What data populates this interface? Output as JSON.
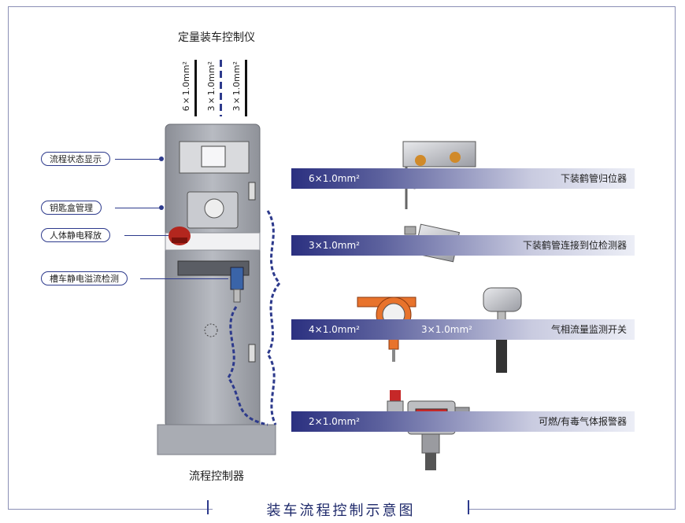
{
  "diagram": {
    "top_title": "定量装车控制仪",
    "bottom_title": "流程控制器",
    "footer_title": "装车流程控制示意图",
    "cables": [
      {
        "label": "6×1.0mm²"
      },
      {
        "label": "3×1.0mm²"
      },
      {
        "label": "3×1.0mm²"
      }
    ],
    "callouts": [
      {
        "label": "流程状态显示"
      },
      {
        "label": "钥匙盒管理"
      },
      {
        "label": "人体静电释放"
      },
      {
        "label": "槽车静电溢流检测"
      }
    ],
    "bands": [
      {
        "left": "6×1.0mm²",
        "mid": "",
        "right": "下装鹤管归位器"
      },
      {
        "left": "3×1.0mm²",
        "mid": "",
        "right": "下装鹤管连接到位检测器"
      },
      {
        "left": "4×1.0mm²",
        "mid": "3×1.0mm²",
        "right": "气相流量监测开关"
      },
      {
        "left": "2×1.0mm²",
        "mid": "",
        "right": "可燃/有毒气体报警器"
      }
    ],
    "colors": {
      "accent": "#2d3a8c",
      "band_dark": "#2b3080",
      "alarm_red": "#b3261e",
      "device_orange": "#e8732c"
    }
  }
}
